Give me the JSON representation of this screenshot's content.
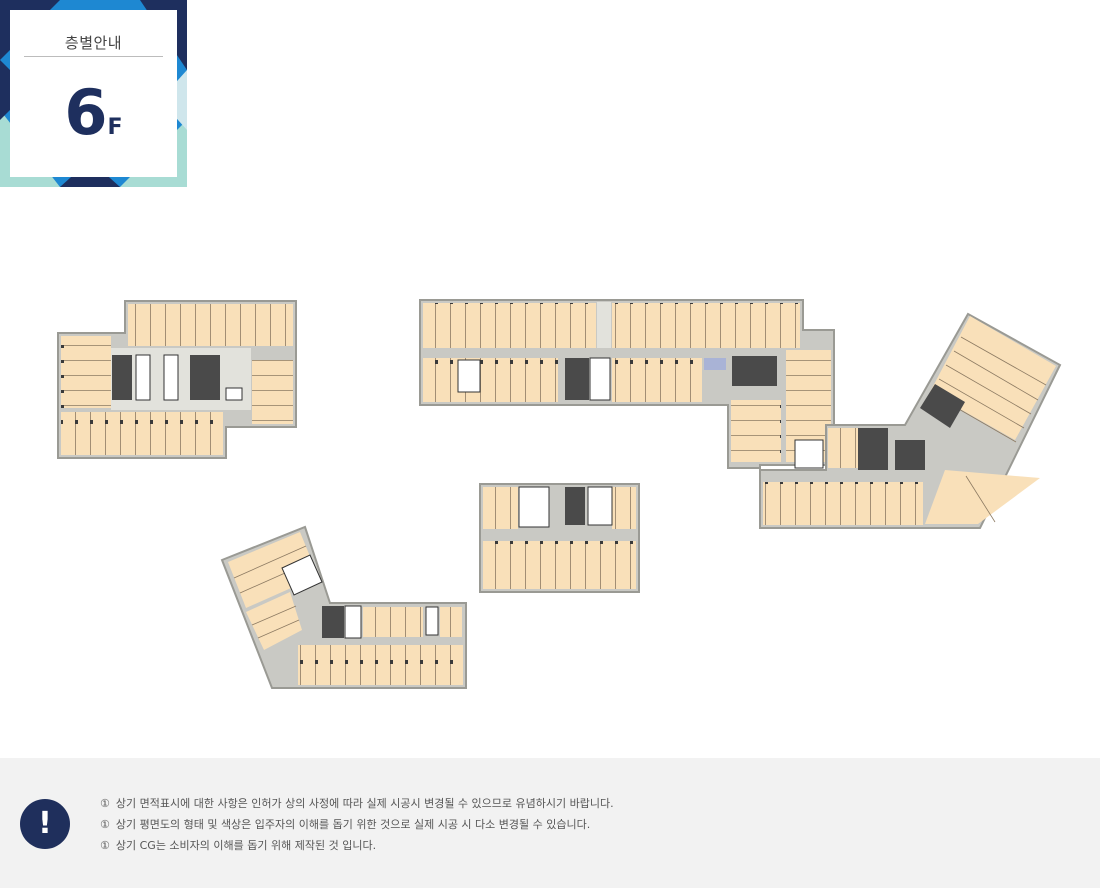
{
  "badge": {
    "title": "층별안내",
    "floor_number": "6",
    "floor_unit": "F"
  },
  "colors": {
    "navy": "#1e2f5e",
    "blue": "#1e88d2",
    "mint": "#a8dcd4",
    "unit_fill": "#f9e0b9",
    "corridor": "#e2e2dc",
    "core": "#ffffff",
    "wall": "#3a3a3a",
    "notice_bg": "#f2f2f2"
  },
  "notice": {
    "icon": "exclamation-icon",
    "mark": "①",
    "lines": [
      "상기 면적표시에 대한 사항은 인허가 상의 사정에 따라 실제 시공시 변경될 수 있으므로 유념하시기 바랍니다.",
      "상기 평면도의 형태 및 색상은 입주자의 이해를 돕기 위한 것으로 실제 시공 시 다소 변경될 수 있습니다.",
      "상기 CG는 소비자의 이해를 돕기 위해 제작된 것 입니다."
    ]
  }
}
